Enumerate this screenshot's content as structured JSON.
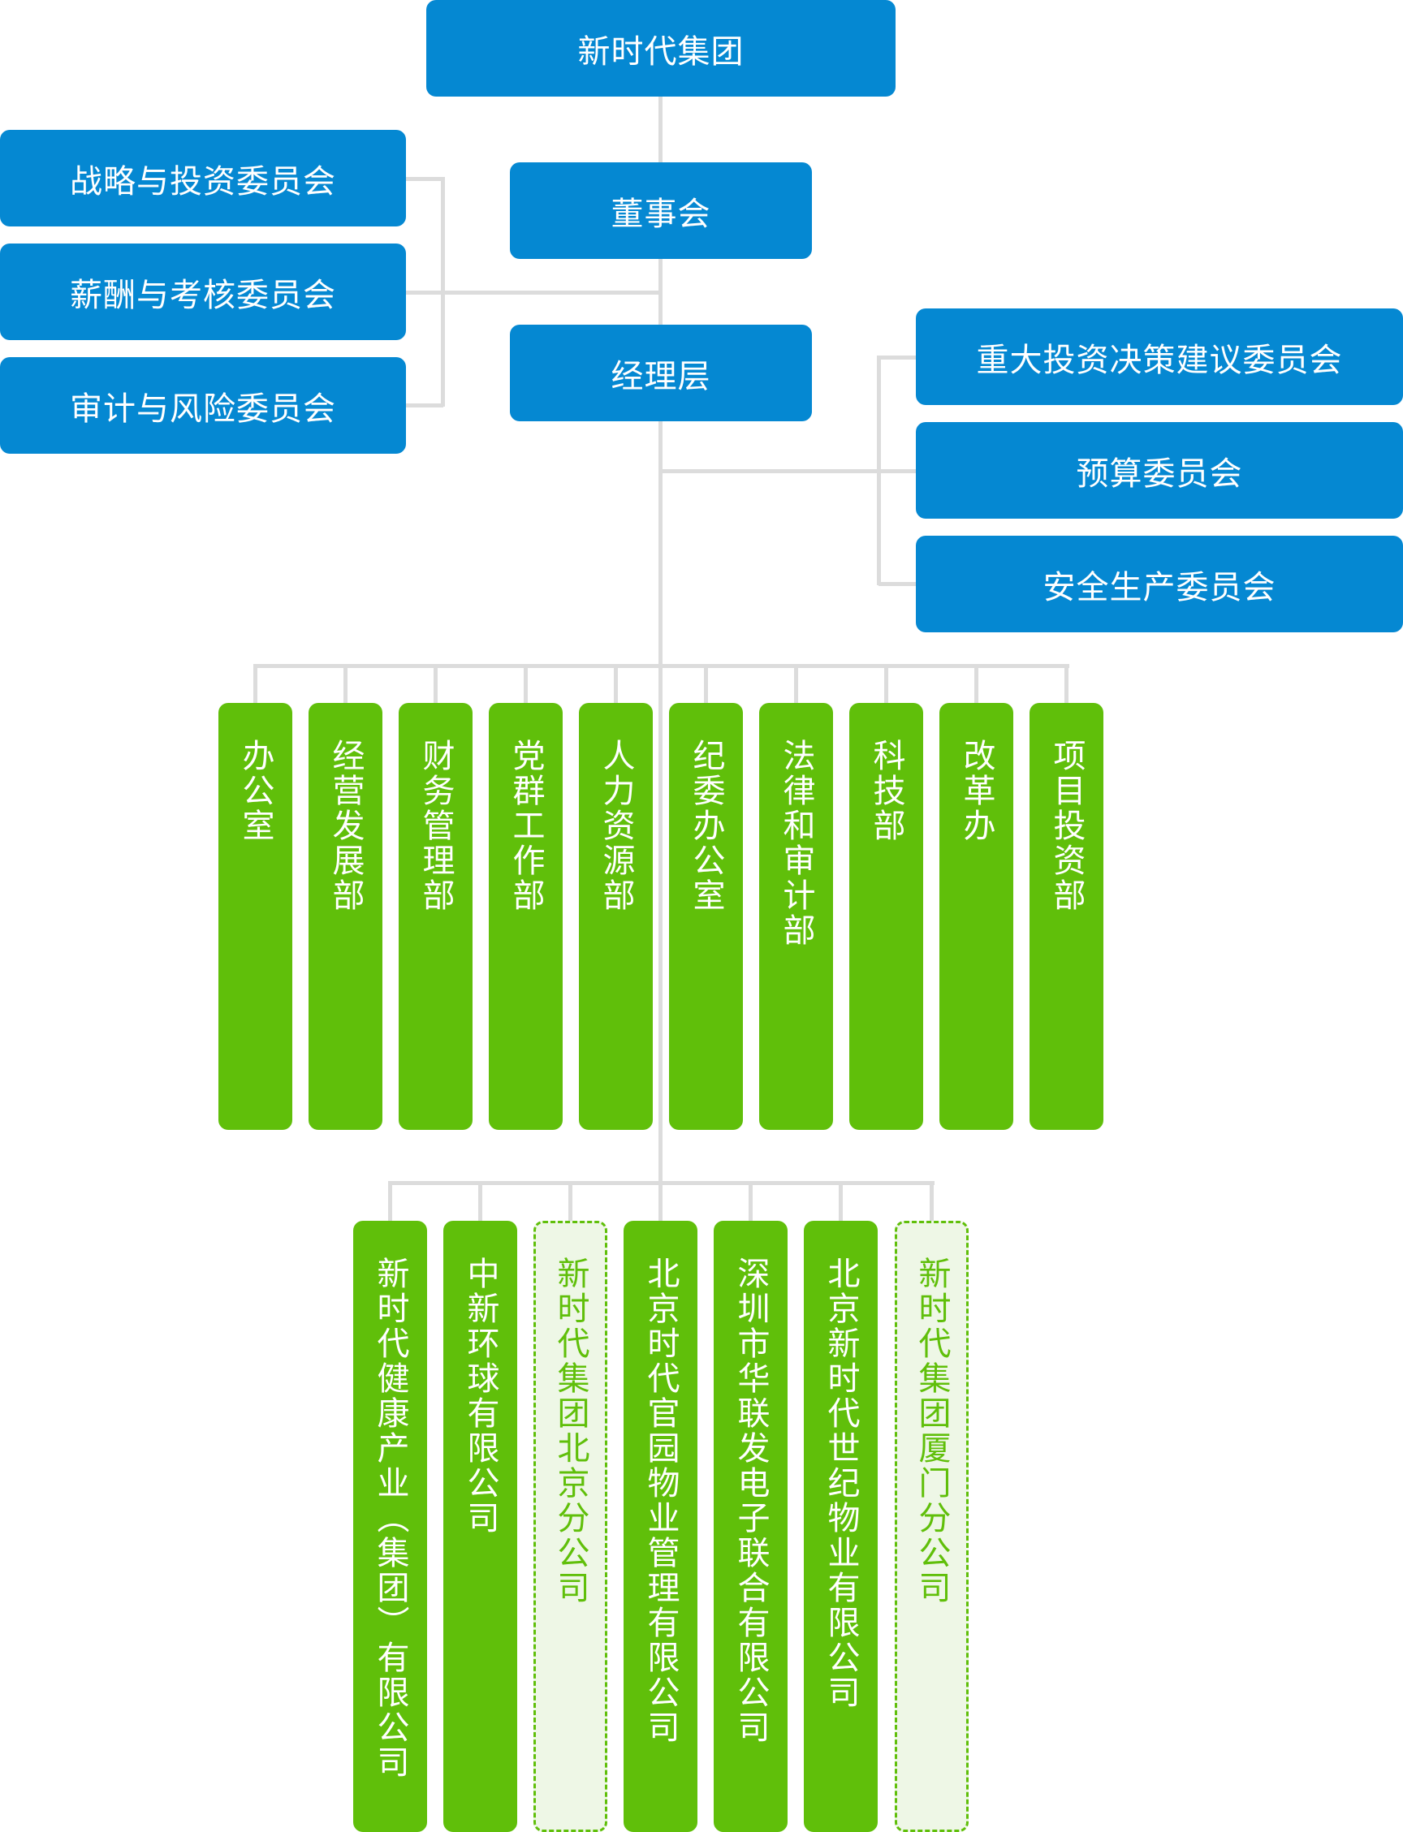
{
  "colors": {
    "primary_blue": "#0588d2",
    "dept_green": "#60bf0a",
    "dashed_fill": "#eef7e6",
    "connector": "#dcdcdc"
  },
  "root": {
    "label": "新时代集团"
  },
  "board": {
    "label": "董事会"
  },
  "management": {
    "label": "经理层"
  },
  "board_committees": [
    {
      "label": "战略与投资委员会"
    },
    {
      "label": "薪酬与考核委员会"
    },
    {
      "label": "审计与风险委员会"
    }
  ],
  "management_committees": [
    {
      "label": "重大投资决策建议委员会"
    },
    {
      "label": "预算委员会"
    },
    {
      "label": "安全生产委员会"
    }
  ],
  "departments": [
    {
      "label": "办公室"
    },
    {
      "label": "经营发展部"
    },
    {
      "label": "财务管理部"
    },
    {
      "label": "党群工作部"
    },
    {
      "label": "人力资源部"
    },
    {
      "label": "纪委办公室"
    },
    {
      "label": "法律和审计部"
    },
    {
      "label": "科技部"
    },
    {
      "label": "改革办"
    },
    {
      "label": "项目投资部"
    }
  ],
  "subsidiaries": [
    {
      "label": "新时代健康产业（集团）有限公司",
      "type": "subsidiary"
    },
    {
      "label": "中新环球有限公司",
      "type": "subsidiary"
    },
    {
      "label": "新时代集团北京分公司",
      "type": "branch"
    },
    {
      "label": "北京时代官园物业管理有限公司",
      "type": "subsidiary"
    },
    {
      "label": "深圳市华联发电子联合有限公司",
      "type": "subsidiary"
    },
    {
      "label": "北京新时代世纪物业有限公司",
      "type": "subsidiary"
    },
    {
      "label": "新时代集团厦门分公司",
      "type": "branch"
    }
  ]
}
